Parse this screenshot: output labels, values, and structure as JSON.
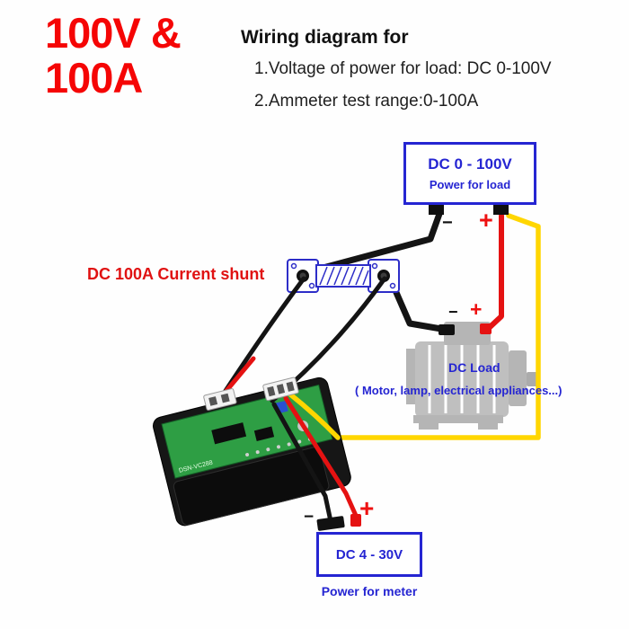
{
  "header": {
    "logo_line1": "100V &",
    "logo_line2": "100A",
    "title": "Wiring diagram for",
    "spec1": "1.Voltage of power for load: DC 0-100V",
    "spec2": "2.Ammeter test range:0-100A"
  },
  "labels": {
    "shunt": "DC 100A Current shunt",
    "dc_load_title": "DC Load",
    "dc_load_subtitle": "( Motor, lamp, electrical appliances...)"
  },
  "power_for_load": {
    "range": "DC 0 - 100V",
    "caption": "Power for load",
    "minus": "−",
    "plus": "+"
  },
  "power_for_meter": {
    "range": "DC 4 - 30V",
    "caption": "Power for meter",
    "minus": "−",
    "plus": "+"
  },
  "dc_load": {
    "minus": "−",
    "plus": "+"
  },
  "meter": {
    "pcb_label": "DSN-VC288"
  },
  "colors": {
    "accent_red": "#f50505",
    "diagram_blue": "#2525d2",
    "shunt_blue": "#2d2dc8",
    "wire_black": "#141414",
    "wire_red": "#e51212",
    "wire_yellow": "#ffd600",
    "motor_gray": "#bdbdbd",
    "pcb_green": "#2e9e44"
  }
}
